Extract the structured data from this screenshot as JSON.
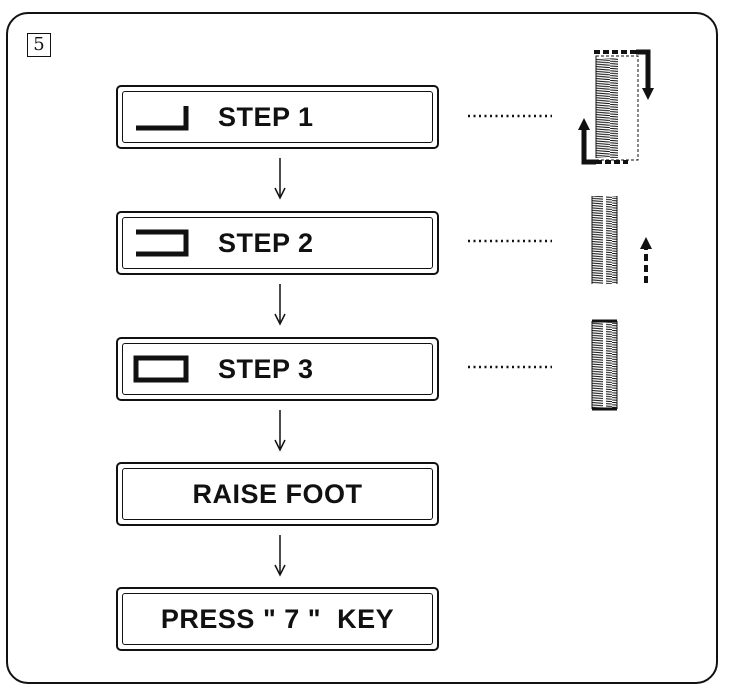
{
  "step_number": "5",
  "display": {
    "step1_label": "STEP 1",
    "step2_label": "STEP 2",
    "step3_label": "STEP 3",
    "raise_foot_label": "RAISE FOOT",
    "press_key_label": "PRESS \" 7 \"  KEY"
  },
  "icons": {
    "step1": "buttonhole-step1-icon",
    "step2": "buttonhole-step2-icon",
    "step3": "buttonhole-step3-icon"
  },
  "colors": {
    "ink": "#111111",
    "background": "#ffffff"
  }
}
